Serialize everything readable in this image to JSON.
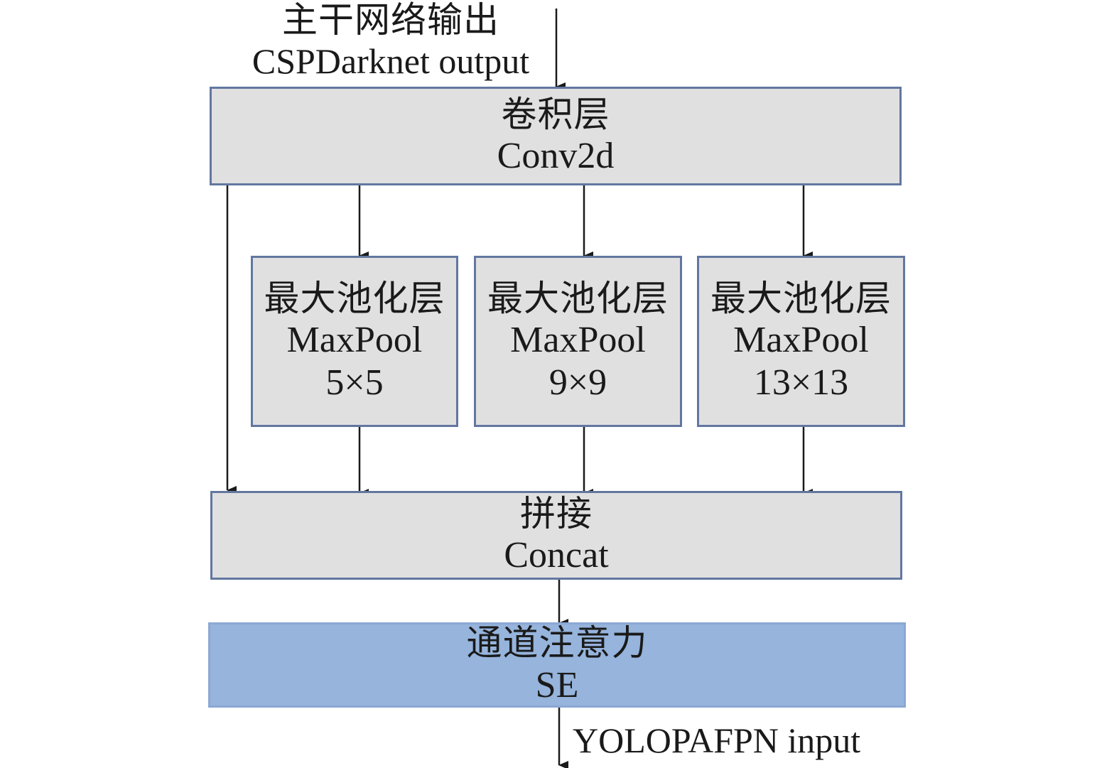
{
  "input_label": {
    "cn": "主干网络输出",
    "en": "CSPDarknet output"
  },
  "conv": {
    "cn": "卷积层",
    "en": "Conv2d"
  },
  "pools": [
    {
      "cn": "最大池化层",
      "en": "MaxPool",
      "size": "5×5"
    },
    {
      "cn": "最大池化层",
      "en": "MaxPool",
      "size": "9×9"
    },
    {
      "cn": "最大池化层",
      "en": "MaxPool",
      "size": "13×13"
    }
  ],
  "concat": {
    "cn": "拼接",
    "en": "Concat"
  },
  "se": {
    "cn": "通道注意力",
    "en": "SE"
  },
  "output_label": {
    "en": "YOLOPAFPN input"
  },
  "colors": {
    "box_fill": "#e1e0e1",
    "box_border": "#6277a0",
    "se_fill": "#96b4dc",
    "arrow": "#1a1a1a"
  }
}
